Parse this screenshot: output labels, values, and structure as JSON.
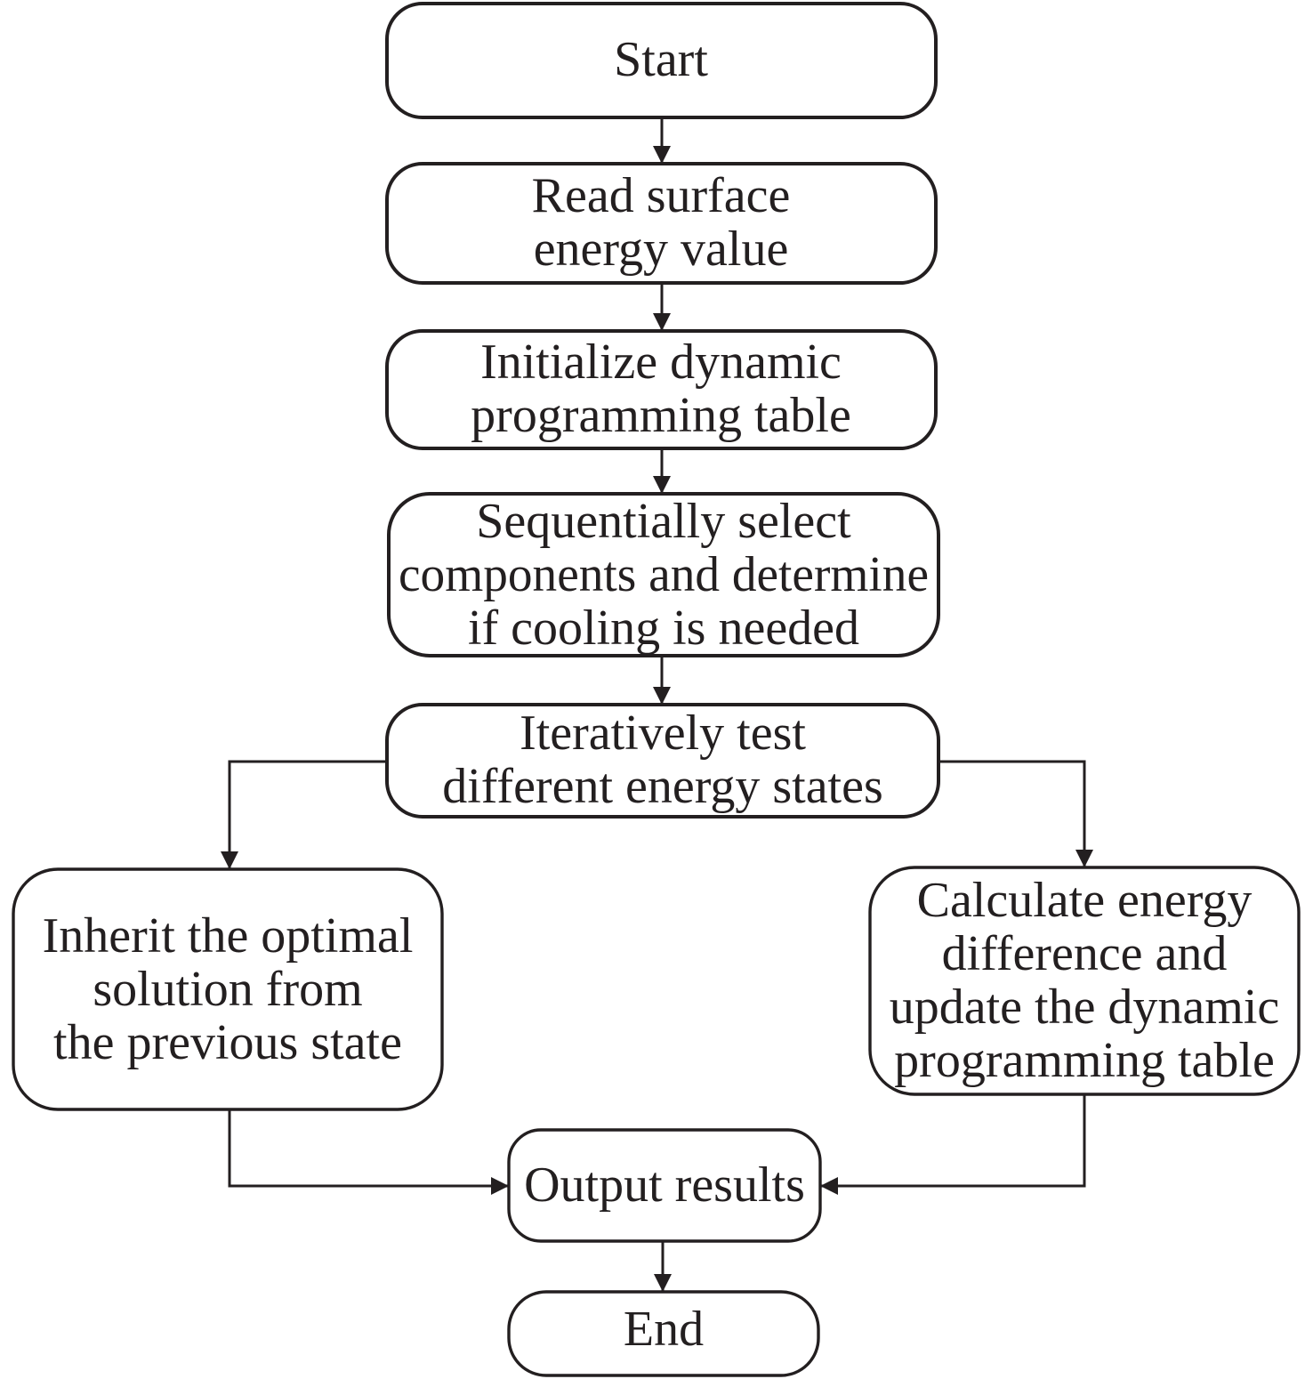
{
  "figure": {
    "background": "#ffffff",
    "ink_color": "#231f20",
    "type": "flowchart"
  },
  "flowchart": {
    "nodes": [
      {
        "id": "start",
        "lines": [
          "Start"
        ]
      },
      {
        "id": "read-surface-energy",
        "lines": [
          "Read surface",
          "energy value"
        ]
      },
      {
        "id": "initialize-dp-table",
        "lines": [
          "Initialize dynamic",
          "programming table"
        ]
      },
      {
        "id": "select-components",
        "lines": [
          "Sequentially select",
          "components and determine",
          "if cooling is needed"
        ]
      },
      {
        "id": "iterate-energy-states",
        "lines": [
          "Iteratively test",
          "different energy states"
        ]
      },
      {
        "id": "inherit-optimal",
        "lines": [
          "Inherit the optimal",
          "solution from",
          "the previous state"
        ]
      },
      {
        "id": "calculate-energy",
        "lines": [
          "Calculate energy",
          "difference and",
          "update the dynamic",
          "programming table"
        ]
      },
      {
        "id": "output-results",
        "lines": [
          "Output results"
        ]
      },
      {
        "id": "end",
        "lines": [
          "End"
        ]
      }
    ],
    "edges": [
      {
        "from": "start",
        "to": "read-surface-energy"
      },
      {
        "from": "read-surface-energy",
        "to": "initialize-dp-table"
      },
      {
        "from": "initialize-dp-table",
        "to": "select-components"
      },
      {
        "from": "select-components",
        "to": "iterate-energy-states"
      },
      {
        "from": "iterate-energy-states",
        "to": "inherit-optimal"
      },
      {
        "from": "iterate-energy-states",
        "to": "calculate-energy"
      },
      {
        "from": "inherit-optimal",
        "to": "output-results"
      },
      {
        "from": "calculate-energy",
        "to": "output-results"
      },
      {
        "from": "output-results",
        "to": "end"
      }
    ]
  }
}
